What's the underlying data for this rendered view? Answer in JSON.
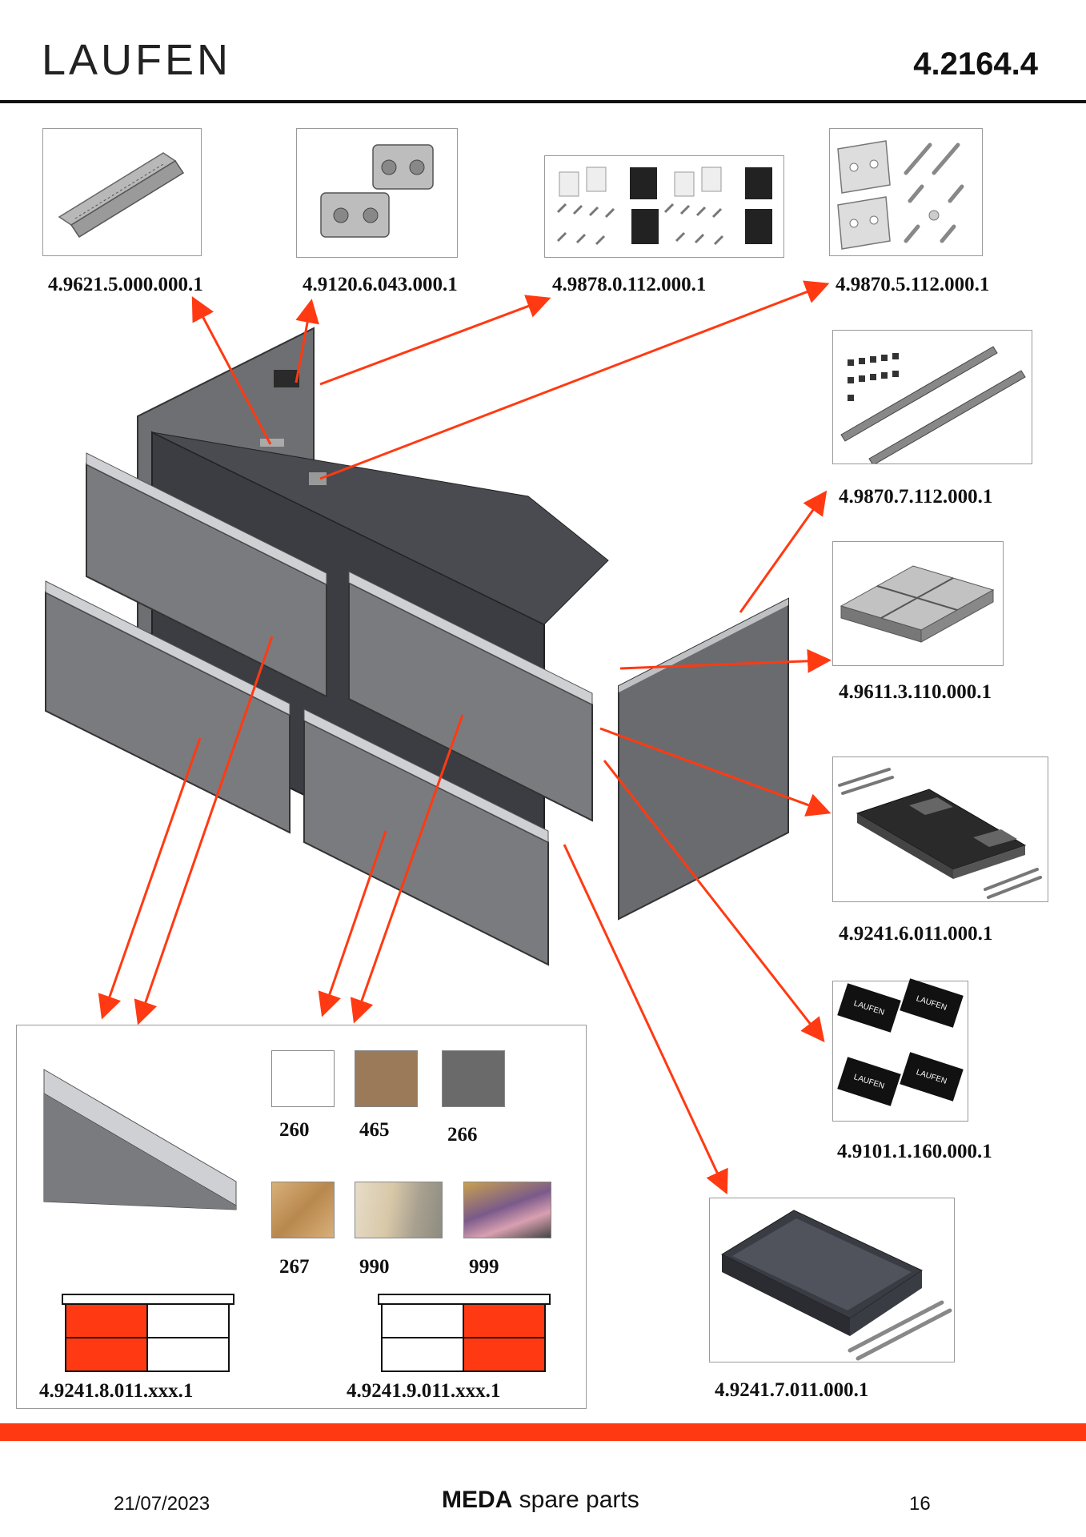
{
  "header": {
    "brand": "LAUFEN",
    "doc_number": "4.2164.4"
  },
  "parts": {
    "top_row": [
      "4.9621.5.000.000.1",
      "4.9120.6.043.000.1",
      "4.9878.0.112.000.1",
      "4.9870.5.112.000.1"
    ],
    "right_column": [
      "4.9870.7.112.000.1",
      "4.9611.3.110.000.1",
      "4.9241.6.011.000.1",
      "4.9101.1.160.000.1"
    ],
    "drawer_insert": "4.9241.7.011.000.1",
    "front_left": "4.9241.8.011.xxx.1",
    "front_right": "4.9241.9.011.xxx.1"
  },
  "swatches": [
    {
      "code": "260",
      "color": "#ffffff"
    },
    {
      "code": "465",
      "color": "#9a7a58"
    },
    {
      "code": "266",
      "color": "#6a6a6a"
    },
    {
      "code": "267",
      "color": "#c79b62"
    },
    {
      "code": "990",
      "color": "#d8c8a8"
    },
    {
      "code": "999",
      "color": "#c8a050"
    }
  ],
  "accent_color": "#ff3a12",
  "logo_tiles": [
    "LAUFEN",
    "LAUFEN",
    "LAUFEN",
    "LAUFEN"
  ],
  "footer": {
    "date": "21/07/2023",
    "title_bold": "MEDA",
    "title_rest": " spare parts",
    "page": "16"
  }
}
